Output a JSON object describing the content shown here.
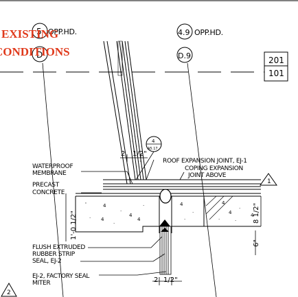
{
  "overlay": {
    "line1": "EXISTING",
    "line2": "CONDITIONS",
    "color": "#e03a1c"
  },
  "grid": {
    "left_top": "5",
    "left_top_note": "OPP.HD.",
    "left_bottom": "D",
    "right_top": "4.9",
    "right_top_note": "OPP.HD.",
    "right_bottom": "D.9"
  },
  "levels": {
    "upper": "201",
    "lower": "101"
  },
  "detail_ref": {
    "number": "4",
    "sheet": "A5.17"
  },
  "callouts": {
    "roof_joint": "ROOF EXPANSION JOINT, EJ-1",
    "coping_1": "COPING EXPANSION",
    "coping_2": "JOINT ABOVE",
    "waterproof_1": "WATERPROOF",
    "waterproof_2": "MEMBRANE",
    "precast_1": "PRECAST",
    "precast_2": "CONCRETE",
    "flush_1": "FLUSH EXTRUDED",
    "flush_2": "RUBBER STRIP",
    "flush_3": "SEAL, EJ-2",
    "ej2_1": "EJ-2, FACTORY SEAL",
    "ej2_2": "MITER"
  },
  "dimensions": {
    "top_left": "2",
    "top_right": "1/2\"",
    "vertical_left": "1'-0 1/2\"",
    "vertical_right": "8 1/2\"",
    "six": "6\"",
    "bottom_left": "2",
    "bottom_right": "1/2\""
  },
  "revisions": {
    "right": "1",
    "bottom_left": "2"
  }
}
